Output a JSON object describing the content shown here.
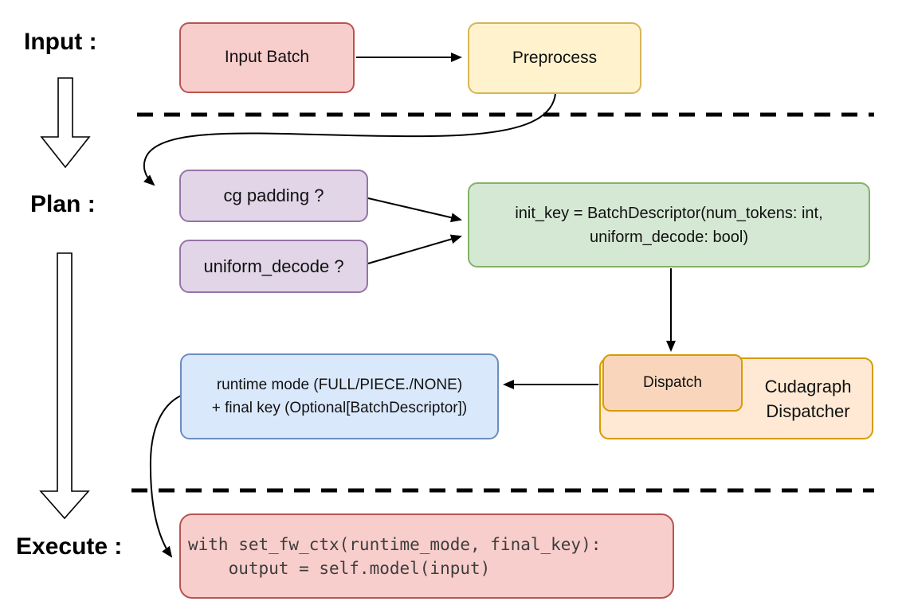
{
  "stages": {
    "input_label": "Input :",
    "plan_label": "Plan :",
    "execute_label": "Execute :"
  },
  "nodes": {
    "input_batch": "Input Batch",
    "preprocess": "Preprocess",
    "cg_padding": "cg padding ?",
    "uniform_decode": "uniform_decode ?",
    "init_key_line1": "init_key = BatchDescriptor(num_tokens: int,",
    "init_key_line2": "uniform_decode: bool)",
    "runtime_line1": "runtime mode (FULL/PIECE./NONE)",
    "runtime_line2": "+ final key (Optional[BatchDescriptor])",
    "dispatch": "Dispatch",
    "dispatcher_line1": "Cudagraph",
    "dispatcher_line2": "Dispatcher",
    "code_line1": "with set_fw_ctx(runtime_mode, final_key):",
    "code_line2": "    output = self.model(input)"
  },
  "colors": {
    "input_batch_fill": "#F8CECC",
    "input_batch_stroke": "#B85450",
    "preprocess_fill": "#FFF2CC",
    "preprocess_stroke": "#D6B656",
    "plan_box_fill": "#E1D5E7",
    "plan_box_stroke": "#9673A6",
    "init_key_fill": "#D5E8D4",
    "init_key_stroke": "#82B366",
    "runtime_fill": "#DAE8FC",
    "runtime_stroke": "#6C8EBF",
    "dispatcher_fill": "#FFE9D4",
    "dispatcher_stroke": "#D79B00",
    "dispatch_fill": "#F9D6BB",
    "code_fill": "#F8CECC",
    "code_stroke": "#B85450",
    "connector": "#000000"
  }
}
